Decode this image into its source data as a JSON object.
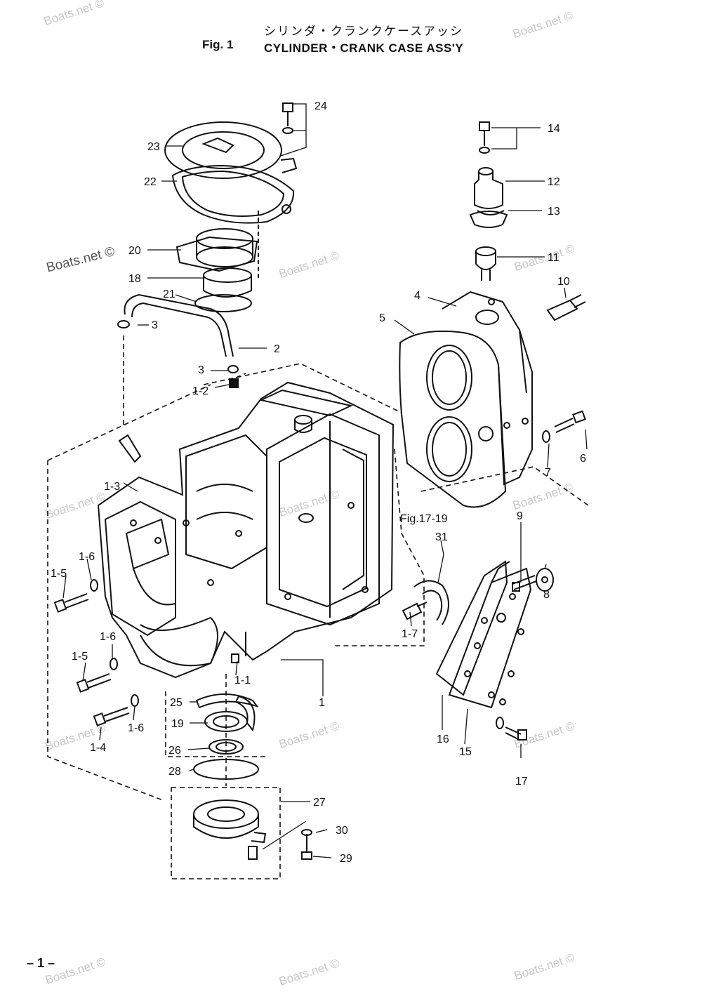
{
  "header": {
    "title_jp": "シリンダ・クランクケースアッシ",
    "fig_number": "Fig. 1",
    "title_en": "CYLINDER・CRANK CASE ASS'Y"
  },
  "watermark": "Boats.net ©",
  "page_number": "– 1 –",
  "reference": "Fig.17-19",
  "callouts": {
    "c24": "24",
    "c23": "23",
    "c22": "22",
    "c20": "20",
    "c18": "18",
    "c21": "21",
    "c3a": "3",
    "c2": "2",
    "c3b": "3",
    "c1_2": "1-2",
    "c1_3": "1-3",
    "c1_6a": "1-6",
    "c1_5a": "1-5",
    "c1_6b": "1-6",
    "c1_5b": "1-5",
    "c1_6c": "1-6",
    "c1_4": "1-4",
    "c1_1": "1-1",
    "c1": "1",
    "c25": "25",
    "c19": "19",
    "c26": "26",
    "c28": "28",
    "c27": "27",
    "c30": "30",
    "c29": "29",
    "c14": "14",
    "c12": "12",
    "c13": "13",
    "c11": "11",
    "c10": "10",
    "c4": "4",
    "c5": "5",
    "c6": "6",
    "c7": "7",
    "c9": "9",
    "c8": "8",
    "c31": "31",
    "c1_7": "1-7",
    "c16": "16",
    "c15": "15",
    "c17": "17"
  }
}
